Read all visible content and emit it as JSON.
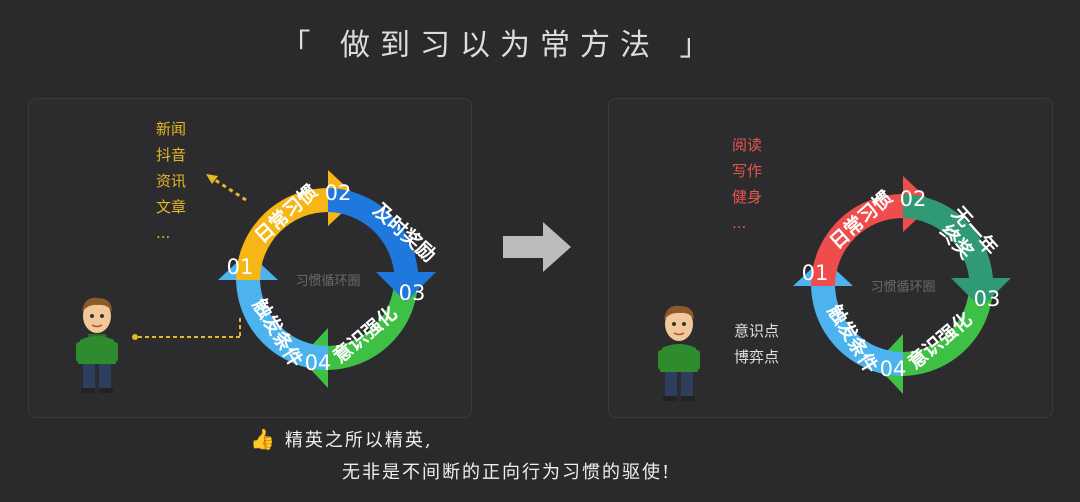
{
  "title": "「 做到习以为常方法 」",
  "left_cycle": {
    "center": "习惯循环圈",
    "segments": [
      {
        "num": "01",
        "label": "触发条件",
        "color": "#4cb3ee"
      },
      {
        "num": "02",
        "label": "日常习惯",
        "color": "#f6b716"
      },
      {
        "num": "03",
        "label": "及时奖励",
        "color": "#1f78dd"
      },
      {
        "num": "04",
        "label": "意识强化",
        "color": "#3ec045"
      }
    ],
    "habits": [
      "新闻",
      "抖音",
      "资讯",
      "文章",
      "..."
    ]
  },
  "right_cycle": {
    "center": "习惯循环圈",
    "segments": [
      {
        "num": "01",
        "label": "触发条件",
        "color": "#4cb3ee"
      },
      {
        "num": "02",
        "label": "日常习惯",
        "color": "#ef4c4c"
      },
      {
        "num": "03",
        "label": "无一年终奖",
        "label_lines": [
          "无一年",
          "终奖"
        ],
        "color": "#2f9a74"
      },
      {
        "num": "04",
        "label": "意识强化",
        "color": "#3ec045"
      }
    ],
    "habits": [
      "阅读",
      "写作",
      "健身",
      "..."
    ],
    "triggers": [
      "意识点",
      "博弈点"
    ]
  },
  "bottom": {
    "icon": "thumbs-up-icon",
    "line1": "精英之所以精英,",
    "line2": "无非是不间断的正向行为习惯的驱使!"
  },
  "colors": {
    "background": "#2a2a2c",
    "arrow": "#bcbcbc",
    "dashed_yellow": "#e5b824",
    "dashed_red": "#e8554d"
  }
}
